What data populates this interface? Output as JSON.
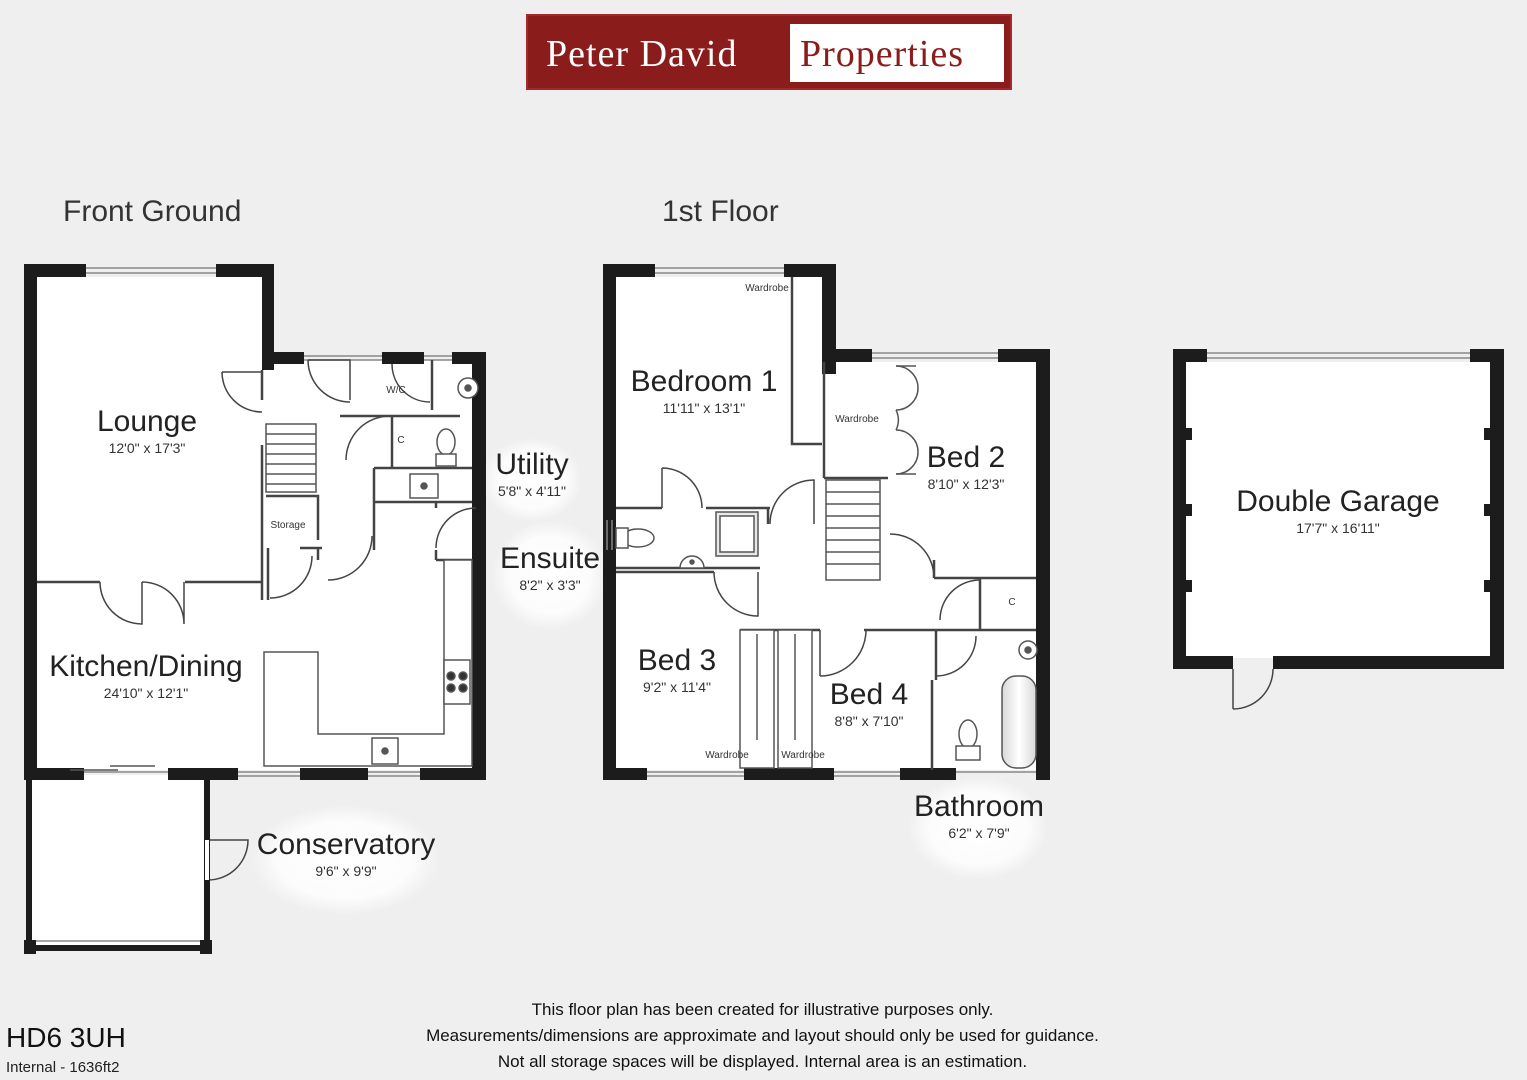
{
  "brand": {
    "name_left": "Peter David",
    "name_right": "Properties",
    "color": "#8b1c1c"
  },
  "floors": {
    "ground": {
      "title": "Front Ground"
    },
    "first": {
      "title": "1st Floor"
    }
  },
  "rooms": {
    "lounge": {
      "name": "Lounge",
      "dim": "12'0\" x 17'3\""
    },
    "kitchen": {
      "name": "Kitchen/Dining",
      "dim": "24'10\" x 12'1\""
    },
    "utility": {
      "name": "Utility",
      "dim": "5'8\" x 4'11\""
    },
    "ensuite": {
      "name": "Ensuite",
      "dim": "8'2\" x 3'3\""
    },
    "conservatory": {
      "name": "Conservatory",
      "dim": "9'6\" x 9'9\""
    },
    "bedroom1": {
      "name": "Bedroom 1",
      "dim": "11'11\" x 13'1\""
    },
    "bed2": {
      "name": "Bed 2",
      "dim": "8'10\" x 12'3\""
    },
    "bed3": {
      "name": "Bed 3",
      "dim": "9'2\" x 11'4\""
    },
    "bed4": {
      "name": "Bed 4",
      "dim": "8'8\" x 7'10\""
    },
    "bathroom": {
      "name": "Bathroom",
      "dim": "6'2\" x 7'9\""
    },
    "garage": {
      "name": "Double Garage",
      "dim": "17'7\" x 16'11\""
    }
  },
  "small_labels": {
    "wc": "W/C",
    "cupboard": "C",
    "storage": "Storage",
    "wardrobe": "Wardrobe"
  },
  "disclaimer": [
    "This floor plan has been created for illustrative purposes only.",
    "Measurements/dimensions are approximate and layout should only be used for guidance.",
    "Not all storage spaces will be displayed. Internal area is an estimation."
  ],
  "postcode": "HD6 3UH",
  "internal_area": "Internal - 1636ft2"
}
